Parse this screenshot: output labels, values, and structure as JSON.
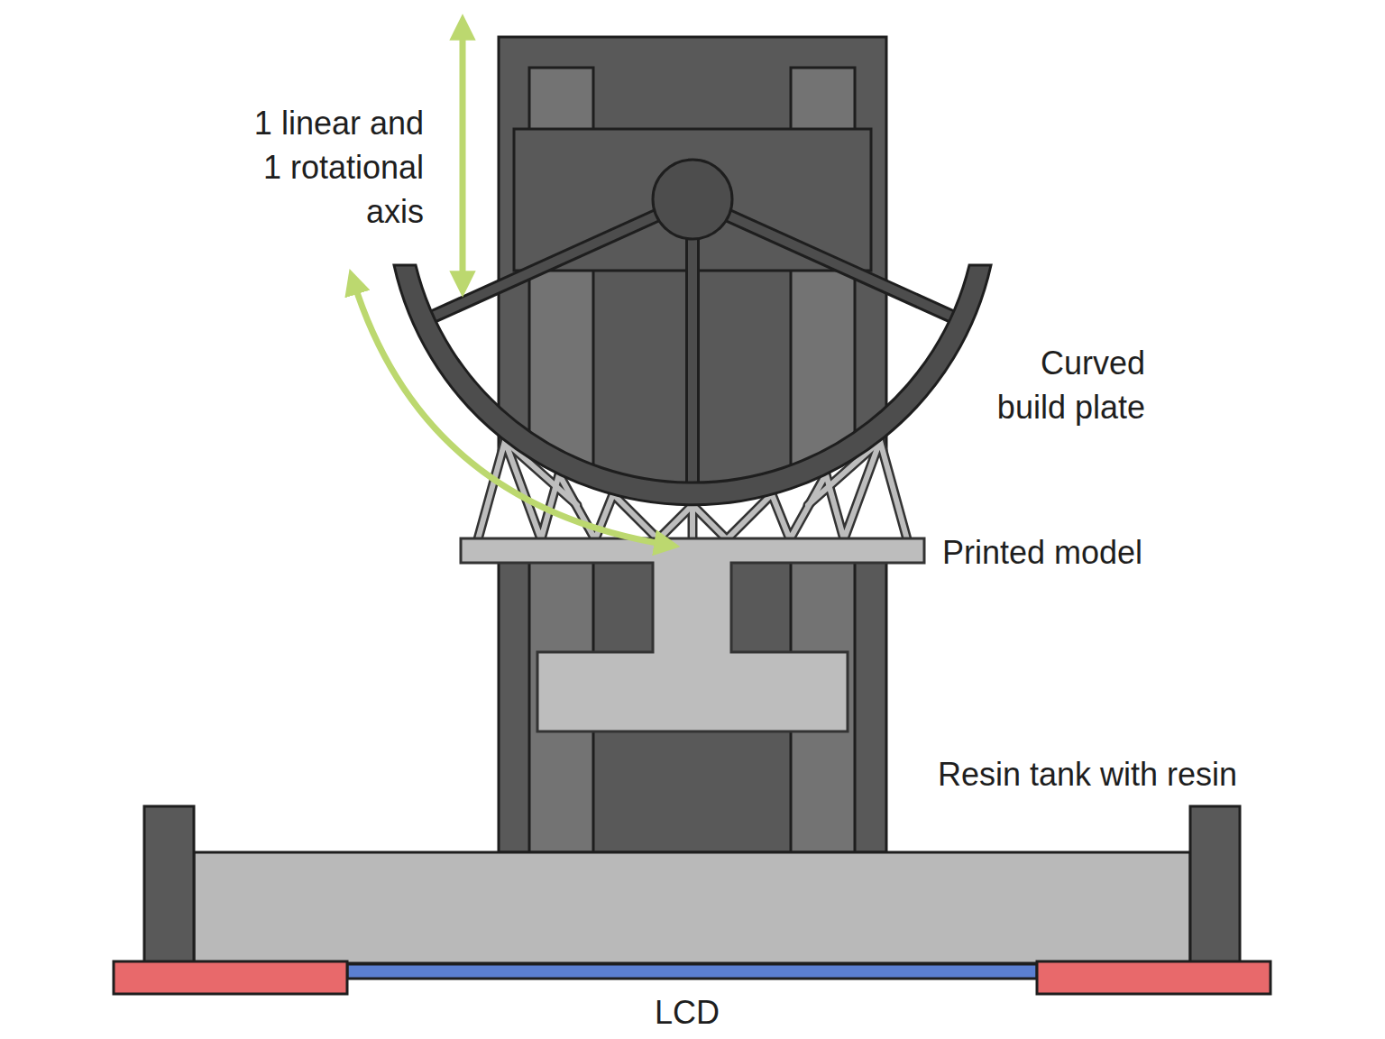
{
  "diagram": {
    "labels": [
      "1 linear and 1 rotational axis",
      "Curved build plate",
      "Printed model",
      "Resin tank with resin",
      "LCD"
    ]
  }
}
